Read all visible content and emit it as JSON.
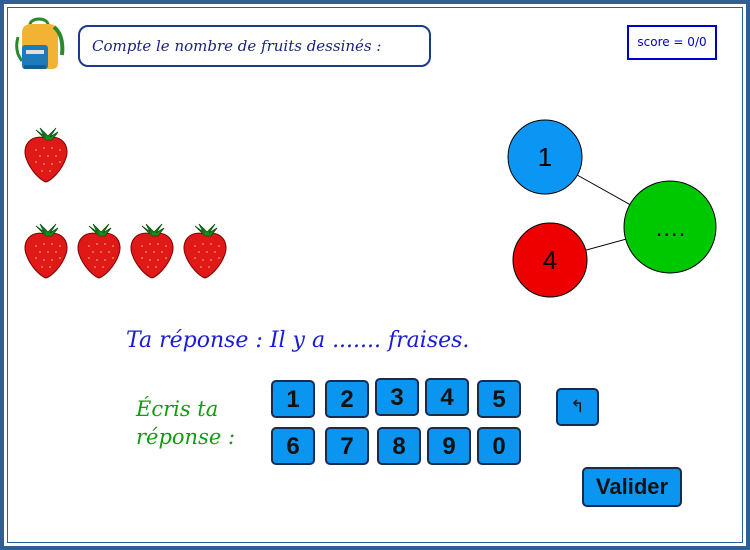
{
  "header": {
    "instruction": "Compte le nombre de fruits dessinés :",
    "score": "score = 0/0"
  },
  "fruits": {
    "row1_count": 1,
    "row2_count": 4,
    "icon": "strawberry-icon"
  },
  "diagram": {
    "part1": "1",
    "part2": "4",
    "total": "….",
    "colors": {
      "part1": "#0b96f4",
      "part2": "#ee0000",
      "total": "#00c800"
    }
  },
  "answer_line": "Ta réponse : Il y a ....... fraises.",
  "prompt": [
    "Écris ta",
    "réponse :"
  ],
  "keypad": {
    "keys": [
      "1",
      "2",
      "3",
      "4",
      "5",
      "6",
      "7",
      "8",
      "9",
      "0"
    ],
    "backspace": "↰",
    "submit": "Valider"
  },
  "colors": {
    "button": "#0a96f0",
    "answer": "#1b1bd6",
    "prompt": "#129a12",
    "frame": "#2e5f96"
  }
}
